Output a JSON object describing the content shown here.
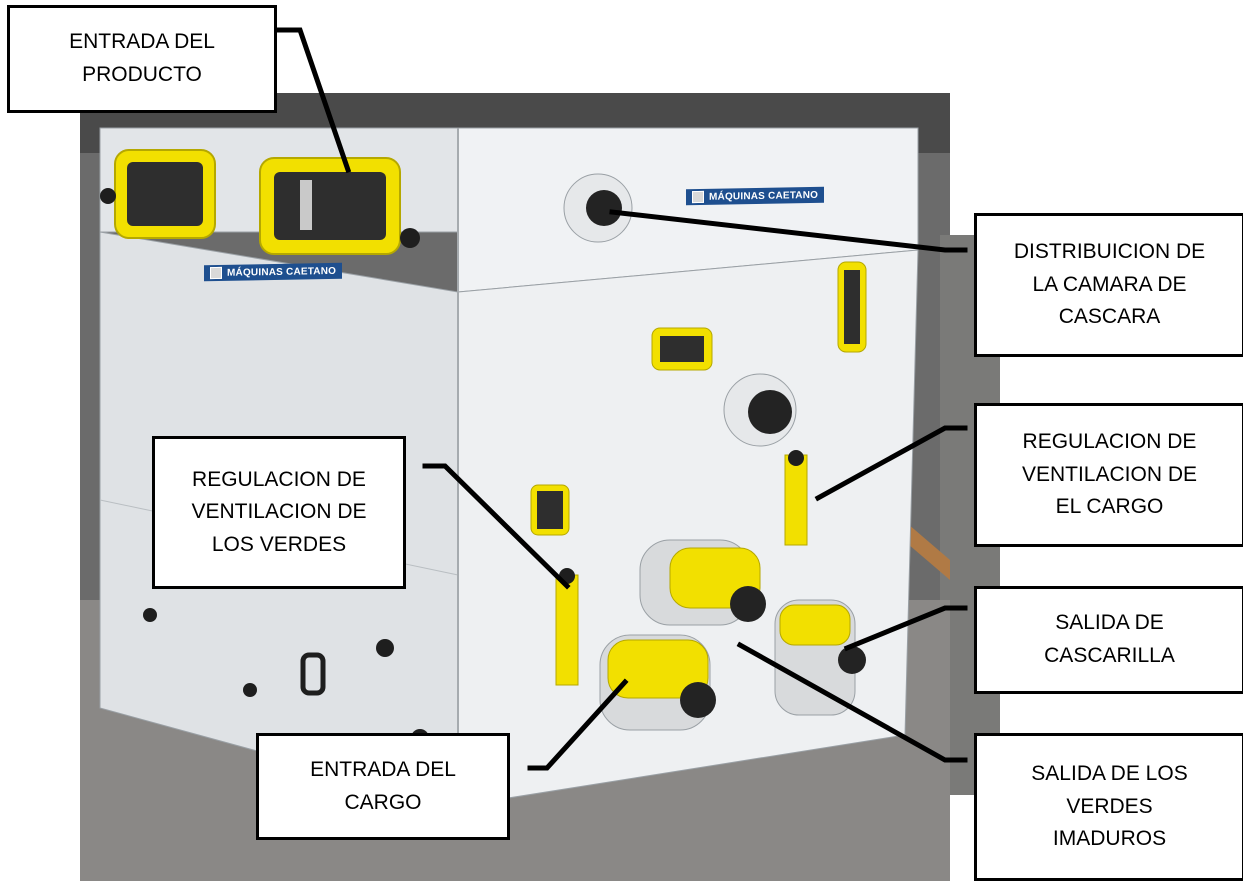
{
  "brand": {
    "name": "MÁQUINAS CAETANO"
  },
  "callouts": [
    {
      "id": "entrada-del-producto",
      "text": "ENTRADA DEL\nPRODUCTO"
    },
    {
      "id": "distribuicion-camara-cascara",
      "text": "DISTRIBUICION DE\nLA CAMARA DE\nCASCARA"
    },
    {
      "id": "regulacion-ventilacion-cargo",
      "text": "REGULACION DE\nVENTILACION DE\nEL CARGO"
    },
    {
      "id": "regulacion-ventilacion-verdes",
      "text": "REGULACION DE\nVENTILACION DE\nLOS VERDES"
    },
    {
      "id": "salida-cascarilla",
      "text": "SALIDA DE\nCASCARILLA"
    },
    {
      "id": "entrada-cargo",
      "text": "ENTRADA DEL\nCARGO"
    },
    {
      "id": "salida-verdes-imaduros",
      "text": "SALIDA DE LOS\nVERDES\nIMADUROS"
    }
  ],
  "colors": {
    "accent_yellow": "#f2e000",
    "machine_white": "#eceff1",
    "background_gray": "#5a5a5a",
    "brand_blue": "#1e4f8f"
  }
}
